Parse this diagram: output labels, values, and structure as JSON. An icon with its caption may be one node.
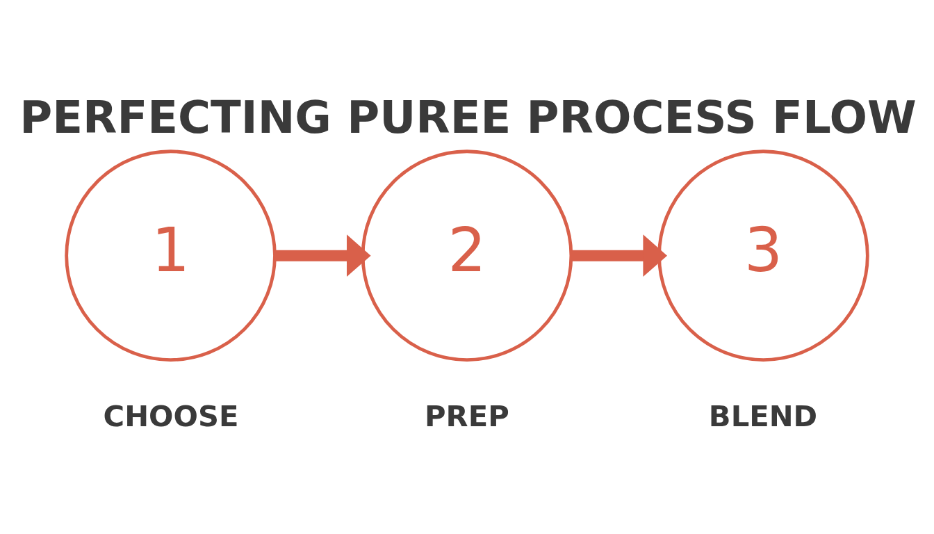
{
  "diagram": {
    "title": "PERFECTING PUREE PROCESS FLOW",
    "nodes": [
      {
        "text": [
          "1"
        ],
        "beside": [
          "CHOOSE"
        ]
      },
      {
        "text": [
          "2"
        ],
        "beside": [
          "PREP"
        ]
      },
      {
        "text": [
          "3"
        ],
        "beside": [
          "BLEND"
        ]
      }
    ],
    "edges": [
      {
        "from": 0,
        "to": 1,
        "arrow": "to"
      },
      {
        "from": 1,
        "to": 2,
        "arrow": "to"
      }
    ]
  }
}
